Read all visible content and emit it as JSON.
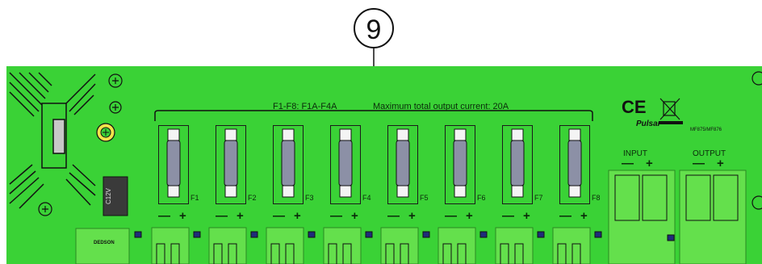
{
  "callout": {
    "number": "9"
  },
  "fuses": {
    "rating_text": "F1-F8: F1A-F4A",
    "max_current_text": "Maximum  total  output  current: 20A",
    "labels": [
      "F1",
      "F2",
      "F3",
      "F4",
      "F5",
      "F6",
      "F7",
      "F8"
    ],
    "minus": "—",
    "plus": "+"
  },
  "logos": {
    "ce": "CE",
    "pulsar": "Pulsar",
    "models": "MF875/MF876",
    "dedson": "DEDSON",
    "relay": "C12V"
  },
  "input": {
    "label": "INPUT",
    "minus": "—",
    "plus": "+"
  },
  "output": {
    "label": "OUTPUT",
    "minus": "—",
    "plus": "+"
  },
  "colors": {
    "pcb": "#3ad236",
    "terminal": "#64e04c",
    "silkscreen": "#0a2a0a"
  }
}
